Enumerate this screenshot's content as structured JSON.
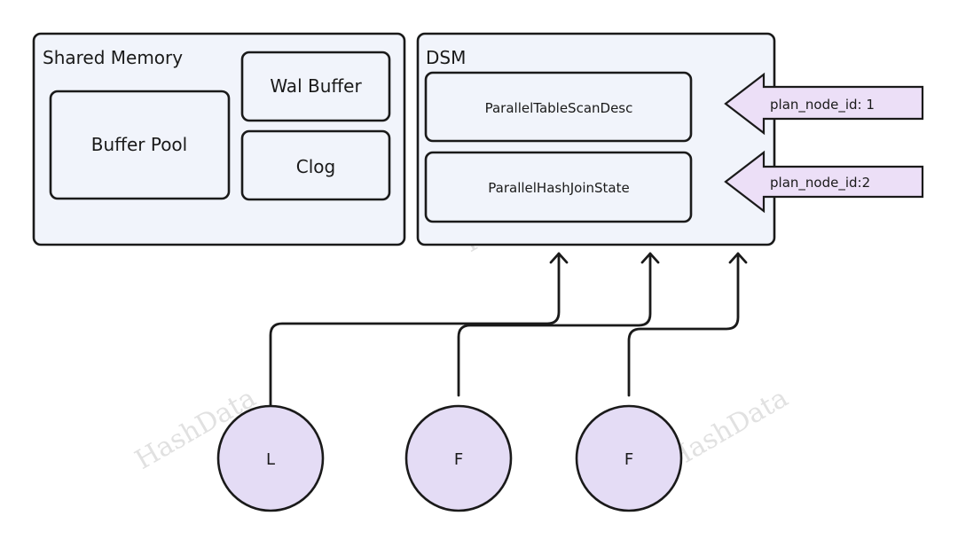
{
  "shared_memory": {
    "title": "Shared Memory",
    "buffer_pool": "Buffer Pool",
    "wal_buffer": "Wal Buffer",
    "clog": "Clog"
  },
  "dsm": {
    "title": "DSM",
    "table_scan": "ParallelTableScanDesc",
    "hash_join": "ParallelHashJoinState"
  },
  "plan_arrows": [
    {
      "label": "plan_node_id: 1"
    },
    {
      "label": "plan_node_id:2"
    }
  ],
  "processes": [
    {
      "label": "L"
    },
    {
      "label": "F"
    },
    {
      "label": "F"
    }
  ],
  "watermark": "HashData",
  "colors": {
    "box_fill": "#f1f4fb",
    "circle_fill": "#e4dcf5",
    "arrow_fill": "#ecdff7",
    "stroke": "#1a1a1a"
  }
}
